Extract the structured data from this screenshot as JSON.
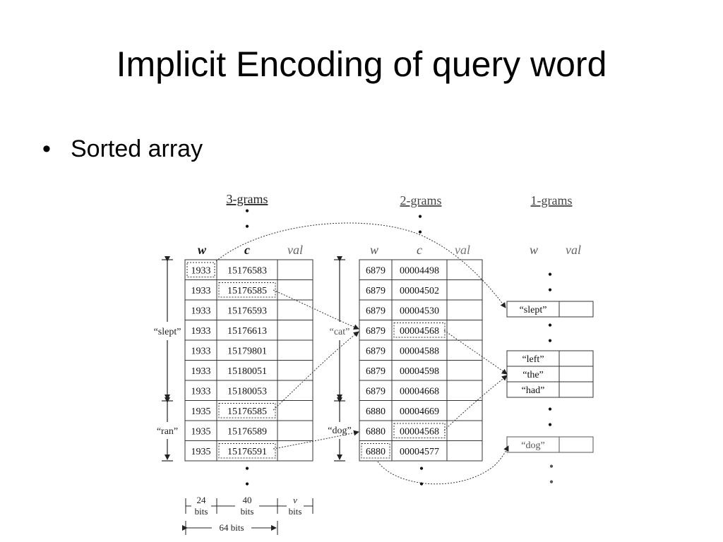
{
  "slide": {
    "title": "Implicit Encoding of query word",
    "bullet": "Sorted array",
    "bullet_mark": "•"
  },
  "diagram": {
    "trigrams": {
      "title": "3-grams",
      "headers": {
        "w": "w",
        "c": "c",
        "val": "val"
      },
      "rows": [
        {
          "w": "1933",
          "c": "15176583"
        },
        {
          "w": "1933",
          "c": "15176585"
        },
        {
          "w": "1933",
          "c": "15176593"
        },
        {
          "w": "1933",
          "c": "15176613"
        },
        {
          "w": "1933",
          "c": "15179801"
        },
        {
          "w": "1933",
          "c": "15180051"
        },
        {
          "w": "1933",
          "c": "15180053"
        },
        {
          "w": "1935",
          "c": "15176585"
        },
        {
          "w": "1935",
          "c": "15176589"
        },
        {
          "w": "1935",
          "c": "15176591"
        }
      ],
      "groups": [
        {
          "label": "“slept”"
        },
        {
          "label": "“ran”"
        }
      ],
      "bits": {
        "w_num": "24",
        "w_unit": "bits",
        "c_num": "40",
        "c_unit": "bits",
        "v_num": "v",
        "v_unit": "bits",
        "total": "64 bits"
      }
    },
    "bigrams": {
      "title": "2-grams",
      "headers": {
        "w": "w",
        "c": "c",
        "val": "val"
      },
      "rows": [
        {
          "w": "6879",
          "c": "00004498"
        },
        {
          "w": "6879",
          "c": "00004502"
        },
        {
          "w": "6879",
          "c": "00004530"
        },
        {
          "w": "6879",
          "c": "00004568"
        },
        {
          "w": "6879",
          "c": "00004588"
        },
        {
          "w": "6879",
          "c": "00004598"
        },
        {
          "w": "6879",
          "c": "00004668"
        },
        {
          "w": "6880",
          "c": "00004669"
        },
        {
          "w": "6880",
          "c": "00004568"
        },
        {
          "w": "6880",
          "c": "00004577"
        }
      ],
      "groups": [
        {
          "label": "“cat”"
        },
        {
          "label": "“dog”"
        }
      ]
    },
    "unigrams": {
      "title": "1-grams",
      "headers": {
        "w": "w",
        "val": "val"
      },
      "entries": {
        "slept": "“slept”",
        "left": "“left”",
        "the": "“the”",
        "had": "“had”",
        "dog": "“dog”"
      }
    }
  }
}
